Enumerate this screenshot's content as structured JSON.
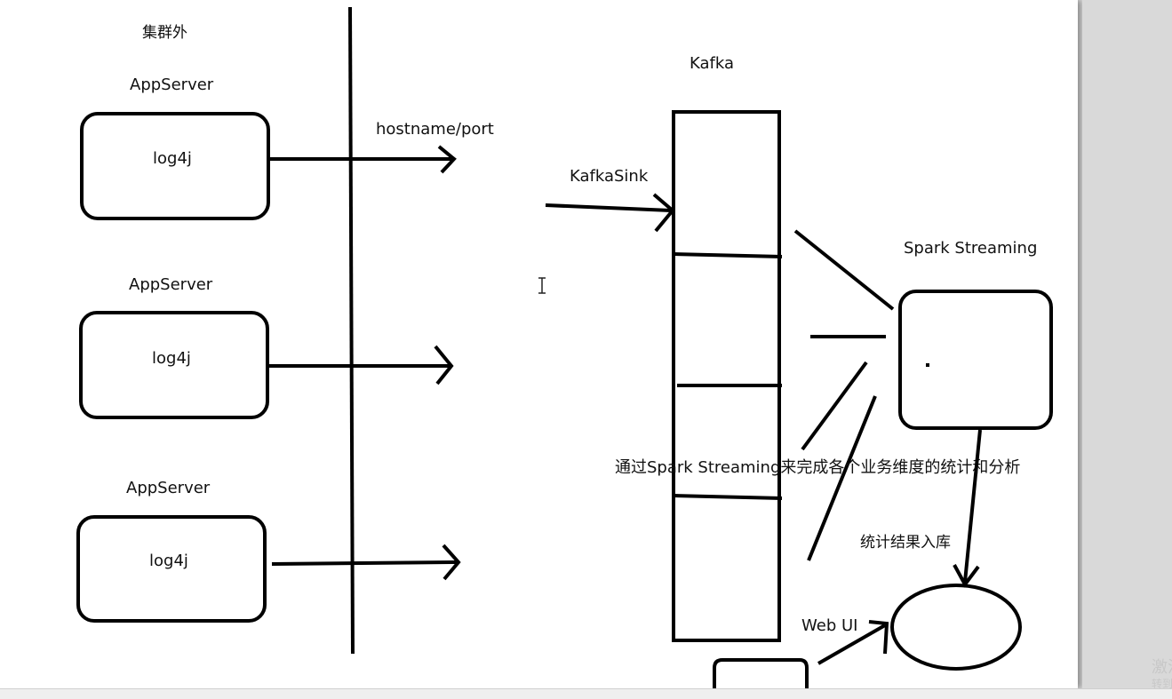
{
  "outside_label": "集群外",
  "servers": [
    {
      "title": "AppServer",
      "inner": "log4j"
    },
    {
      "title": "AppServer",
      "inner": "log4j"
    },
    {
      "title": "AppServer",
      "inner": "log4j"
    }
  ],
  "arrow_label": "hostname/port",
  "kafka_label": "Kafka",
  "kafkasink_label": "KafkaSink",
  "spark_label": "Spark Streaming",
  "analysis_label": "通过Spark Streaming来完成各个业务维度的统计和分析",
  "storage_label": "统计结果入库",
  "webui_label": "Web UI",
  "watermark_line1": "激活",
  "watermark_line2": "转到"
}
